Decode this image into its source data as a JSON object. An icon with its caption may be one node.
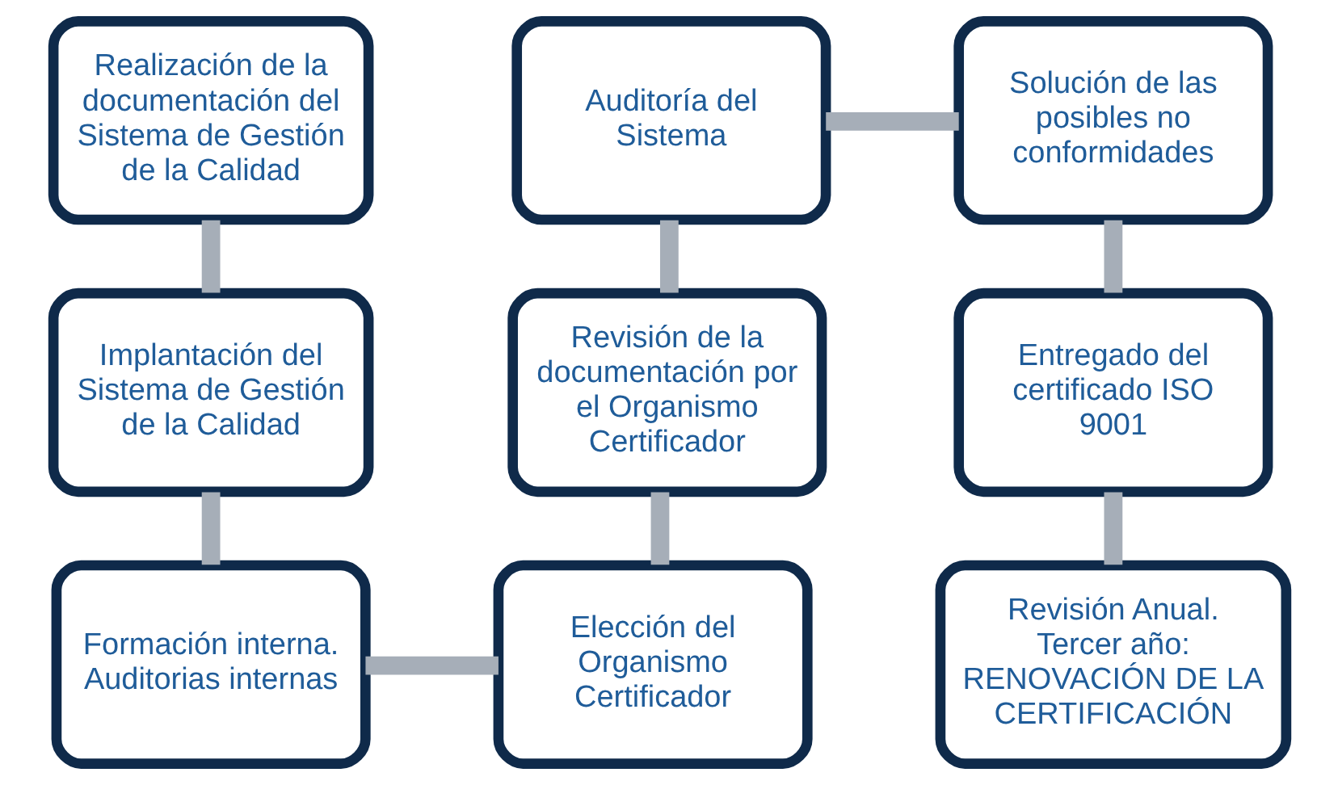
{
  "diagram": {
    "nodes": [
      {
        "text": [
          "Realización de la documentación del Sistema de Gestión de la Calidad"
        ]
      },
      {
        "text": [
          "Implantación del Sistema de Gestión de la Calidad"
        ]
      },
      {
        "text": [
          "Formación interna. Auditorias internas"
        ]
      },
      {
        "text": [
          "Elección del Organismo Certificador"
        ]
      },
      {
        "text": [
          "Revisión de la documentación por el Organismo Certificador"
        ]
      },
      {
        "text": [
          "Auditoría del Sistema"
        ]
      },
      {
        "text": [
          "Solución de las posibles no conformidades"
        ]
      },
      {
        "text": [
          "Entregado del certificado ISO 9001"
        ]
      },
      {
        "text": [
          "Revisión Anual. Tercer año: RENOVACIÓN DE LA CERTIFICACIÓN"
        ]
      }
    ],
    "edges": [
      {
        "from": 0,
        "to": 1,
        "arrow": "none"
      },
      {
        "from": 1,
        "to": 2,
        "arrow": "none"
      },
      {
        "from": 2,
        "to": 3,
        "arrow": "none"
      },
      {
        "from": 3,
        "to": 4,
        "arrow": "none"
      },
      {
        "from": 4,
        "to": 5,
        "arrow": "none"
      },
      {
        "from": 5,
        "to": 6,
        "arrow": "none"
      },
      {
        "from": 6,
        "to": 7,
        "arrow": "none"
      },
      {
        "from": 7,
        "to": 8,
        "arrow": "none"
      }
    ]
  }
}
